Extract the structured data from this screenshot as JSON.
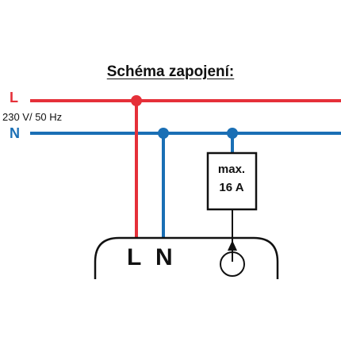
{
  "title": "Schéma zapojení:",
  "supply": {
    "phase_label": "L",
    "neutral_label": "N",
    "voltage_label": "230 V/ 50 Hz"
  },
  "fuse_box": {
    "line1": "max.",
    "line2": "16 A"
  },
  "terminals": {
    "left": "L",
    "right": "N"
  },
  "colors": {
    "phase": "#e53039",
    "neutral": "#1a6fb5",
    "ink": "#111111"
  }
}
